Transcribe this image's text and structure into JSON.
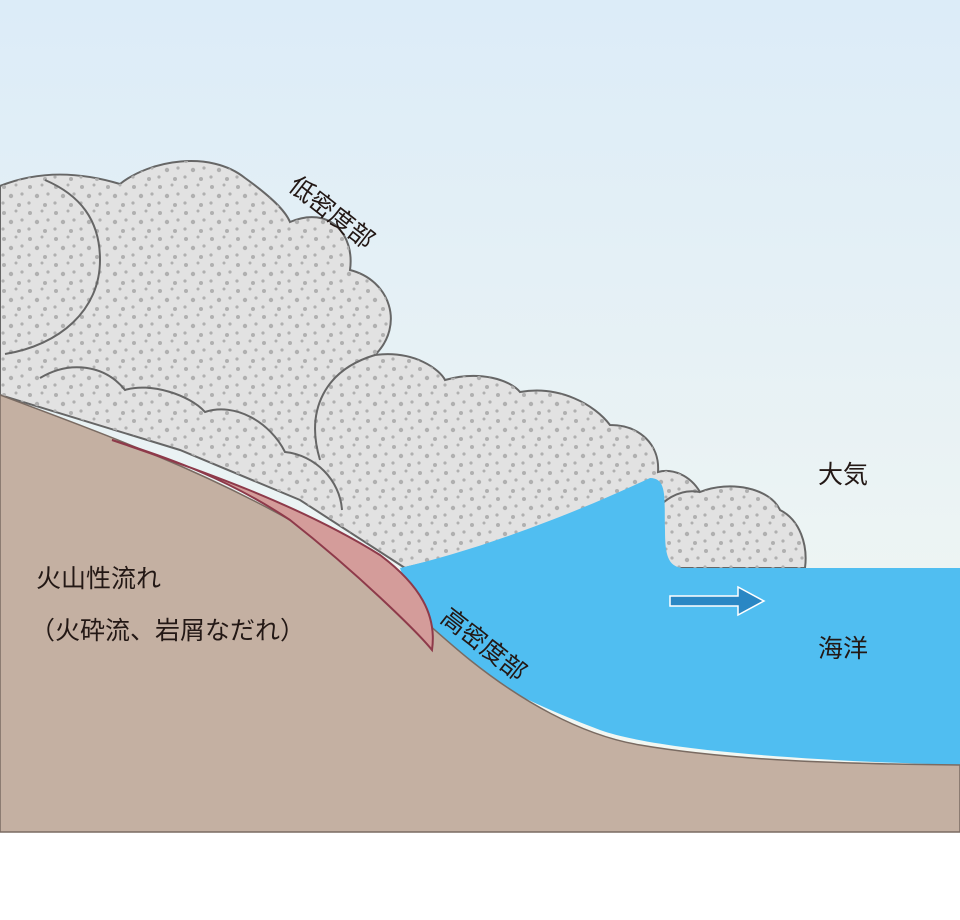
{
  "labels": {
    "low_density": "低密度部",
    "high_density": "高密度部",
    "atmosphere": "大気",
    "ocean": "海洋",
    "volcanic_flow": "火山性流れ",
    "volcanic_flow_sub": "（火砕流、岩屑なだれ）"
  },
  "colors": {
    "sky_top": "#dcecf8",
    "sky_bottom": "#f5f8f1",
    "cloud": "#e2e2e2",
    "cloud_outline": "#666666",
    "dots": "#b0b0b0",
    "ground": "#c4b0a2",
    "deposit": "#d49c9a",
    "deposit_outline": "#8e3a4a",
    "water": "#50bef1",
    "arrow": "#2a87c4"
  },
  "icons": {
    "flow_direction": "arrow-right-icon"
  }
}
